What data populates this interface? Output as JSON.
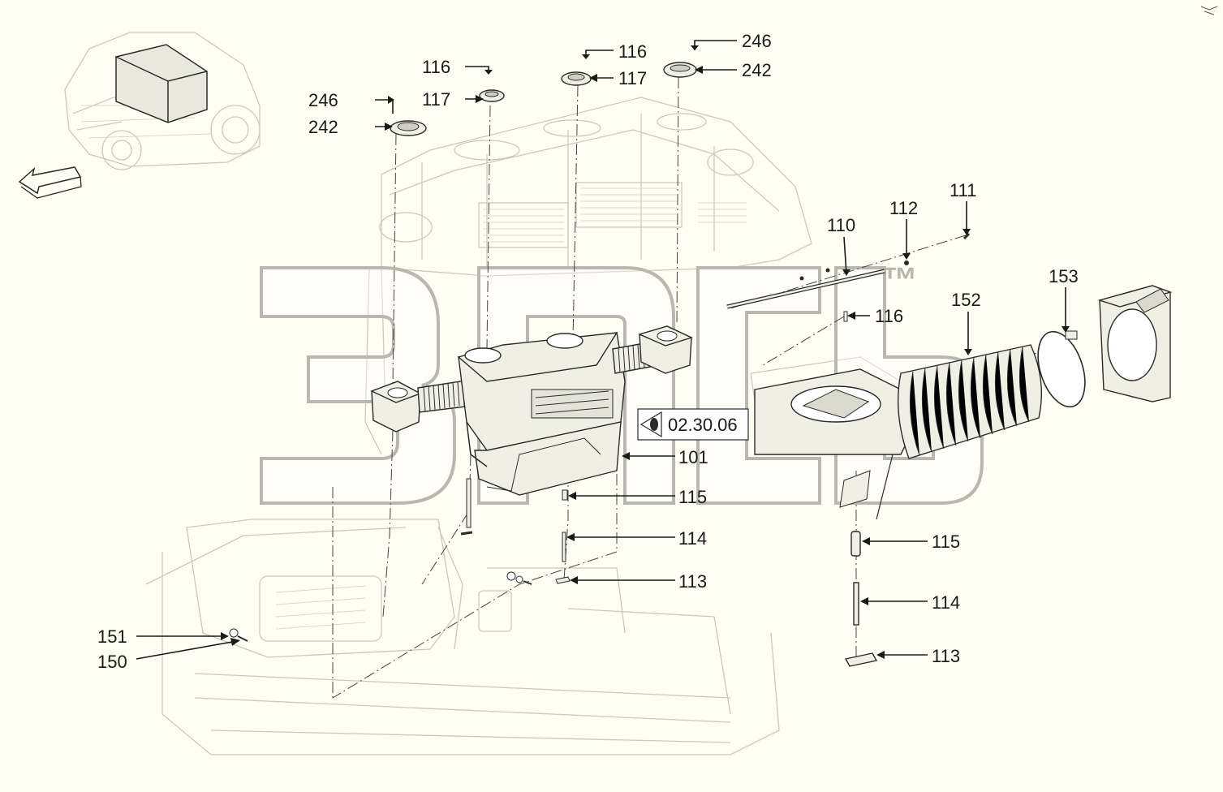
{
  "watermark": {
    "brand_mark": "™"
  },
  "reference": {
    "code": "02.30.06"
  },
  "callouts": [
    {
      "id": "c246a",
      "number": "246"
    },
    {
      "id": "c242a",
      "number": "242"
    },
    {
      "id": "c116a",
      "number": "116"
    },
    {
      "id": "c117a",
      "number": "117"
    },
    {
      "id": "c116b",
      "number": "116"
    },
    {
      "id": "c117b",
      "number": "117"
    },
    {
      "id": "c246b",
      "number": "246"
    },
    {
      "id": "c242b",
      "number": "242"
    },
    {
      "id": "c111",
      "number": "111"
    },
    {
      "id": "c112",
      "number": "112"
    },
    {
      "id": "c110",
      "number": "110"
    },
    {
      "id": "c116c",
      "number": "116"
    },
    {
      "id": "c152",
      "number": "152"
    },
    {
      "id": "c153",
      "number": "153"
    },
    {
      "id": "c101",
      "number": "101"
    },
    {
      "id": "c115a",
      "number": "115"
    },
    {
      "id": "c114a",
      "number": "114"
    },
    {
      "id": "c113a",
      "number": "113"
    },
    {
      "id": "c115b",
      "number": "115"
    },
    {
      "id": "c114b",
      "number": "114"
    },
    {
      "id": "c113b",
      "number": "113"
    },
    {
      "id": "c151",
      "number": "151"
    },
    {
      "id": "c150",
      "number": "150"
    }
  ],
  "icons": {
    "direction": "arrow-left-icon",
    "reference": "eye-icon"
  },
  "colors": {
    "background": "#fefef2",
    "line": "#1a1a1a",
    "ghost": "#c9c9bd"
  }
}
